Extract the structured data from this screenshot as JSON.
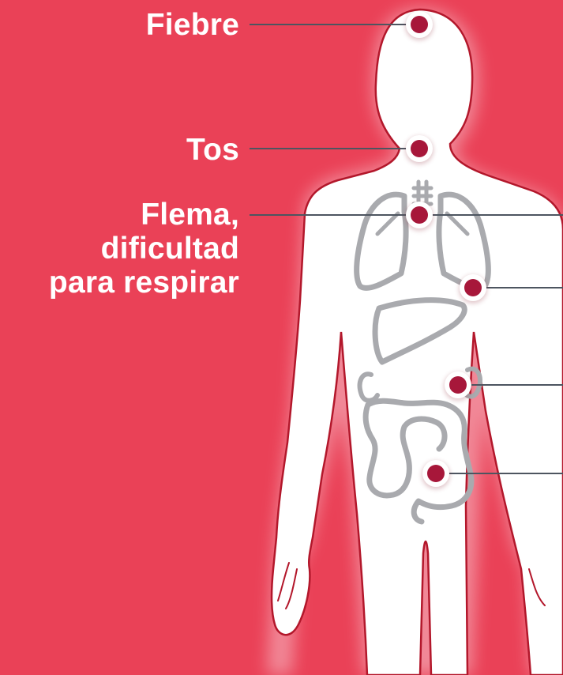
{
  "colors": {
    "background": "#ea4157",
    "body_fill": "#ffffff",
    "body_outline": "#b3172b",
    "organ_stroke": "#a9aaae",
    "marker_fill": "#a7173a",
    "marker_ring": "#ffffff",
    "leader_line": "#4d5560",
    "label_text": "#ffffff"
  },
  "labels": {
    "fever": "Fiebre",
    "cough": "Tos",
    "phlegm_line1": "Flema,",
    "phlegm_line2": "dificultad",
    "phlegm_line3": "para respirar"
  },
  "markers": [
    {
      "id": "head",
      "labeled": true
    },
    {
      "id": "throat",
      "labeled": true
    },
    {
      "id": "chest",
      "labeled": true
    },
    {
      "id": "lung-right",
      "labeled": false
    },
    {
      "id": "kidney",
      "labeled": false
    },
    {
      "id": "intestine",
      "labeled": false
    }
  ]
}
